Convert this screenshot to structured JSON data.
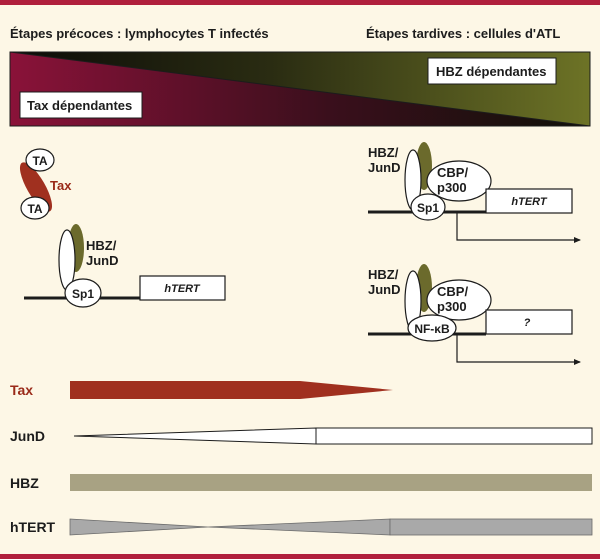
{
  "header": {
    "early_stages": "Étapes précoces : lymphocytes T infectés",
    "late_stages": "Étapes tardives : cellules d'ATL"
  },
  "gradient_bar": {
    "left_label": "Tax dépendantes",
    "right_label": "HBZ dépendantes",
    "colors": {
      "left": "#8a1239",
      "right": "#6d7326",
      "line": "#1c1c1c"
    }
  },
  "early_panel": {
    "ta_top": "TA",
    "ta_bottom": "TA",
    "tax_label": "Tax",
    "hbz_jund_line1": "HBZ/",
    "hbz_jund_line2": "JunD",
    "sp1": "Sp1",
    "gene": "hTERT"
  },
  "late_panel_top": {
    "hbz_jund_line1": "HBZ/",
    "hbz_jund_line2": "JunD",
    "cbp_line1": "CBP/",
    "cbp_line2": "p300",
    "sp1": "Sp1",
    "gene": "hTERT"
  },
  "late_panel_bottom": {
    "hbz_jund_line1": "HBZ/",
    "hbz_jund_line2": "JunD",
    "cbp_line1": "CBP/",
    "cbp_line2": "p300",
    "factor": "NF-κB",
    "gene": "?"
  },
  "expression_rows": [
    {
      "label": "Tax"
    },
    {
      "label": "JunD"
    },
    {
      "label": "HBZ"
    },
    {
      "label": "hTERT"
    }
  ],
  "colors": {
    "background": "#fdf7e6",
    "frame": "#b01f3c",
    "tax": "#a0301f",
    "hbz": "#6b6a2c",
    "hbz_bar": "#a8a283",
    "htert_bar": "#a9a9a9",
    "tax_label": "#9a2a19"
  }
}
